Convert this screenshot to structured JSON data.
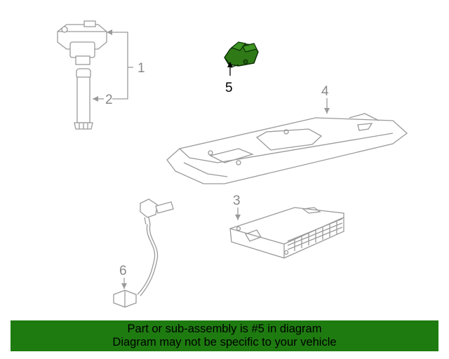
{
  "diagram": {
    "callouts": [
      "1",
      "2",
      "3",
      "4",
      "5",
      "6"
    ],
    "highlighted_part": "5",
    "highlight_color": "#2f7a17",
    "line_color": "#9a9a9a"
  },
  "banner": {
    "line1": "Part or sub-assembly is #5 in diagram",
    "line2": "Diagram may not be specific to your vehicle",
    "background": "#1e7b10"
  }
}
